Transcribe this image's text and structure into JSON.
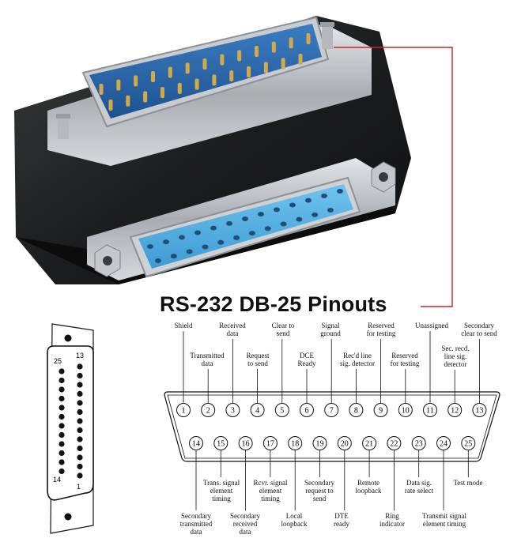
{
  "title": "RS-232 DB-25 Pinouts",
  "side_view": {
    "pin_top_left": "25",
    "pin_top_right": "13",
    "pin_bottom_left": "14",
    "pin_bottom_right": "1"
  },
  "pins_top": [
    "1",
    "2",
    "3",
    "4",
    "5",
    "6",
    "7",
    "8",
    "9",
    "10",
    "11",
    "12",
    "13"
  ],
  "pins_bottom": [
    "14",
    "15",
    "16",
    "17",
    "18",
    "19",
    "20",
    "21",
    "22",
    "23",
    "24",
    "25"
  ],
  "labels": {
    "p1": "Shield",
    "p2": "Transmitted\ndata",
    "p3": "Received\ndata",
    "p4": "Request\nto send",
    "p5": "Clear to\nsend",
    "p6": "DCE\nReady",
    "p7": "Signal\nground",
    "p8": "Rec'd line\nsig. detector",
    "p9": "Reserved\nfor testing",
    "p10": "Reserved\nfor testing",
    "p11": "Unassigned",
    "p12": "Sec. recd.\nline sig.\ndetector",
    "p13": "Secondary\nclear to send",
    "p14": "Secondary\ntransmitted\ndata",
    "p15": "Trans. signal\nelement\ntiming",
    "p16": "Secondary\nreceived\ndata",
    "p17": "Rcvr. signal\nelement\ntiming",
    "p18": "Local\nloopback",
    "p19": "Secondary\nrequest to\nsend",
    "p20": "DTE\nready",
    "p21": "Remote\nloopback",
    "p22": "Ring\nindicator",
    "p23": "Data sig.\nrate select",
    "p24": "Transmit signal\nelement timing",
    "p25": "Test mode"
  },
  "colors": {
    "leader_line": "#c0282d",
    "male_insulator": "#2f6fb5",
    "female_insulator": "#5fb6e6",
    "shell": "#b9bcc0",
    "body": "#202124"
  }
}
